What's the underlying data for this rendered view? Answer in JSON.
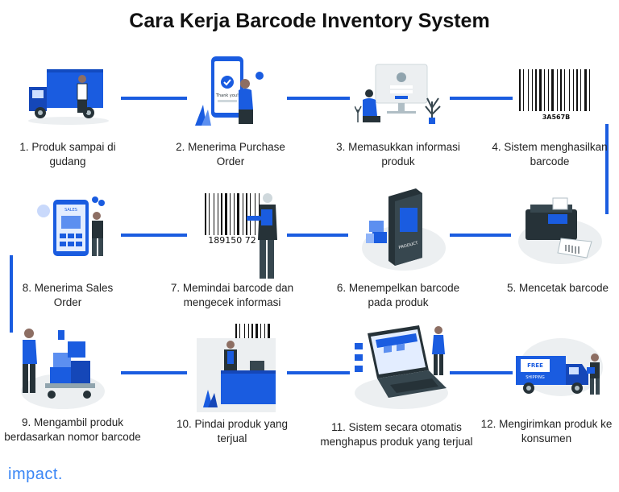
{
  "title": "Cara Kerja Barcode Inventory System",
  "logo": "impact.",
  "colors": {
    "accent": "#1a5ce0",
    "logo": "#3a86f5",
    "dark": "#263238"
  },
  "steps": [
    {
      "line1": "1. Produk sampai di",
      "line2": "gudang"
    },
    {
      "line1": "2. Menerima Purchase",
      "line2": "Order"
    },
    {
      "line1": "3. Memasukkan informasi",
      "line2": "produk"
    },
    {
      "line1": "4. Sistem menghasilkan",
      "line2": "barcode"
    },
    {
      "line1": "5. Mencetak barcode",
      "line2": ""
    },
    {
      "line1": "6. Menempelkan barcode",
      "line2": "pada produk"
    },
    {
      "line1": "7. Memindai barcode dan",
      "line2": "mengecek informasi"
    },
    {
      "line1": "8. Menerima Sales",
      "line2": "Order"
    },
    {
      "line1": "9. Mengambil produk",
      "line2": "berdasarkan nomor barcode"
    },
    {
      "line1": "10. Pindai produk yang",
      "line2": "terjual"
    },
    {
      "line1": "11. Sistem secara otomatis",
      "line2": "menghapus produk yang terjual"
    },
    {
      "line1": "12. Mengirimkan produk ke",
      "line2": "konsumen"
    }
  ],
  "illustrations": {
    "barcode_code": "3A567B",
    "scan_code": "189150  72",
    "phone_badge": "Thank you!",
    "box_label": "PRODUCT",
    "truck_label": "FREE",
    "truck_sub": "SHIPPING",
    "sales_badge": "SALES"
  }
}
